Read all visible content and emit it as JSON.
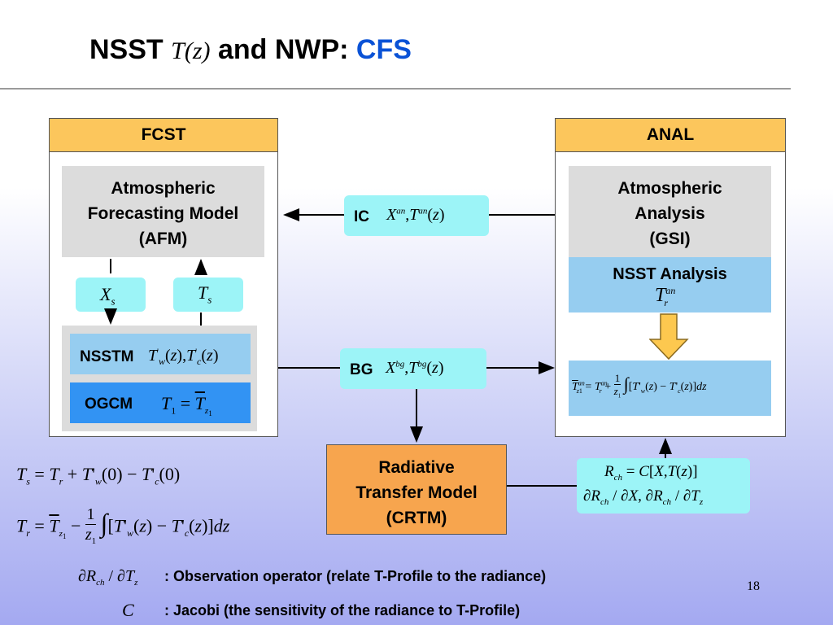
{
  "slide": {
    "title_prefix": "NSST",
    "title_math": "T(z)",
    "title_mid": " and NWP: ",
    "title_accent": "CFS",
    "page_number": "18"
  },
  "fcst": {
    "header": "FCST",
    "afm_lines": [
      "Atmospheric",
      "Forecasting Model",
      "(AFM)"
    ],
    "xs": "X_s",
    "ts": "T_s",
    "nsstm_label": "NSSTM",
    "nsstm_eq": "T'_w(z), T'_c(z)",
    "ogcm_label": "OGCM",
    "ogcm_eq": "T_1 = T̄_z1"
  },
  "anal": {
    "header": "ANAL",
    "gsi_lines": [
      "Atmospheric",
      "Analysis",
      "(GSI)"
    ],
    "nsst_analysis_label": "NSST Analysis",
    "nsst_analysis_var": "T_r^an",
    "update_eq": "T̄^an_z1 = T_r^an + (1/z1) ∫_0^z1 [T'_w(z) − T'_c(z)] dz"
  },
  "ic": {
    "label": "IC",
    "vars": "X^an, T^an(z)"
  },
  "bg": {
    "label": "BG",
    "vars": "X^bg, T^bg(z)"
  },
  "crtm": {
    "lines": [
      "Radiative",
      "Transfer Model",
      "(CRTM)"
    ]
  },
  "rch": {
    "line1": "R_ch = C[X, T(z)]",
    "line2": "∂R_ch / ∂X, ∂R_ch / ∂T_z"
  },
  "equations": {
    "ts_eq": "T_s = T_r + T'_w(0) − T'_c(0)",
    "tr_eq": "T_r = T̄_z1 − (1/z1) ∫_0^z1 [T'_w(z) − T'_c(z)] dz"
  },
  "notes": {
    "obs_operator_symbol": "∂R_ch / ∂T_z",
    "obs_operator_text": ": Observation operator (relate T-Profile to the radiance)",
    "jacobi_symbol": "C",
    "jacobi_text": ": Jacobi (the sensitivity of the radiance to T-Profile)"
  },
  "colors": {
    "header_orange": "#fcc65c",
    "cyan": "#9cf4f7",
    "light_blue": "#96cdf0",
    "bright_blue": "#3293f3",
    "crtm_orange": "#f7a54e",
    "grey": "#dcdcdc",
    "accent_blue": "#0a52d6",
    "arrow_yellow": "#fdc84f"
  }
}
